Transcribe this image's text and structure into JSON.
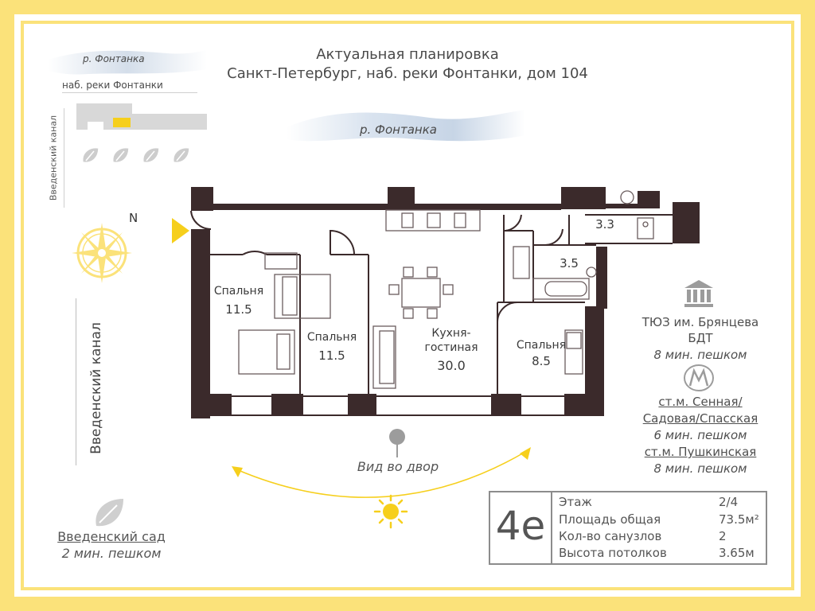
{
  "header": {
    "line1": "Актуальная планировка",
    "line2": "Санкт-Петербург, наб. реки Фонтанки, дом 104"
  },
  "river_label": "р. Фонтанка",
  "mini_map": {
    "river": "р. Фонтанка",
    "embankment": "наб. реки Фонтанки",
    "canal": "Введенский канал"
  },
  "compass": {
    "north": "N"
  },
  "canal_label": "Введенский канал",
  "rooms": [
    {
      "name": "Спальня",
      "area": "11.5"
    },
    {
      "name": "Спальня",
      "area": "11.5"
    },
    {
      "name": "Кухня-\nгостиная",
      "area": "30.0"
    },
    {
      "name": "Спальня",
      "area": "8.5"
    },
    {
      "name": "",
      "area": "3.3"
    },
    {
      "name": "",
      "area": "3.5"
    }
  ],
  "view_label": "Вид во двор",
  "garden": {
    "name": "Введенский сад",
    "walk": "2 мин. пешком"
  },
  "theatre": {
    "name_line1": "ТЮЗ им. Брянцева",
    "name_line2": "БДТ",
    "walk": "8 мин. пешком"
  },
  "metro": {
    "line1": "ст.м. Сенная/",
    "line2": "Садовая/Спасская",
    "walk1": "6 мин. пешком",
    "line3": "ст.м. Пушкинская",
    "walk2": "8 мин. пешком"
  },
  "info": {
    "code": "4е",
    "rows": [
      {
        "label": "Этаж",
        "value": "2/4"
      },
      {
        "label": "Площадь общая",
        "value": "73.5м²"
      },
      {
        "label": "Кол-во санузлов",
        "value": "2"
      },
      {
        "label": "Высота потолков",
        "value": "3.65м"
      }
    ]
  },
  "colors": {
    "frame": "#fbe27a",
    "accent": "#f6cf1c",
    "wall": "#3b2a2b",
    "text": "#4a4a4a"
  }
}
